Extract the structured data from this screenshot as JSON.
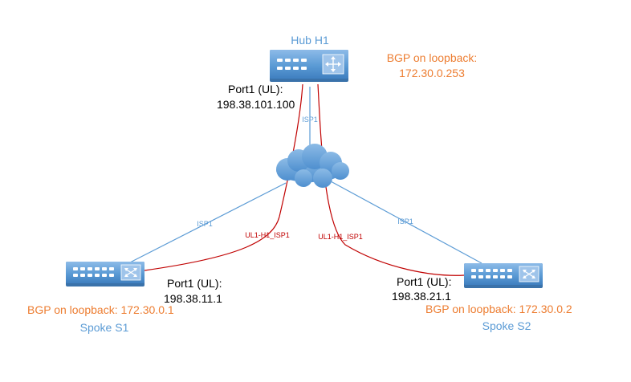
{
  "hub": {
    "name": "Hub H1",
    "bgp": "BGP on loopback:",
    "bgp_ip": "172.30.0.253",
    "port": "Port1 (UL):",
    "port_ip": "198.38.101.100",
    "isp_link": "ISP1"
  },
  "spoke1": {
    "name": "Spoke S1",
    "bgp": "BGP on loopback: 172.30.0.1",
    "port": "Port1 (UL):",
    "port_ip": "198.38.11.1",
    "isp_link": "ISP1",
    "overlay": "UL1-H1_ISP1"
  },
  "spoke2": {
    "name": "Spoke S2",
    "bgp": "BGP on loopback: 172.30.0.2",
    "port": "Port1 (UL):",
    "port_ip": "198.38.21.1",
    "isp_link": "ISP1",
    "overlay": "UL1-H1_ISP1"
  },
  "colors": {
    "device": "#5b9bd5",
    "label_blue": "#5b9bd5",
    "label_orange": "#ed7d31",
    "overlay_red": "#c00000"
  },
  "icons": {
    "hub": "router-icon",
    "spokes": "switch-icon",
    "internet": "cloud-icon"
  }
}
